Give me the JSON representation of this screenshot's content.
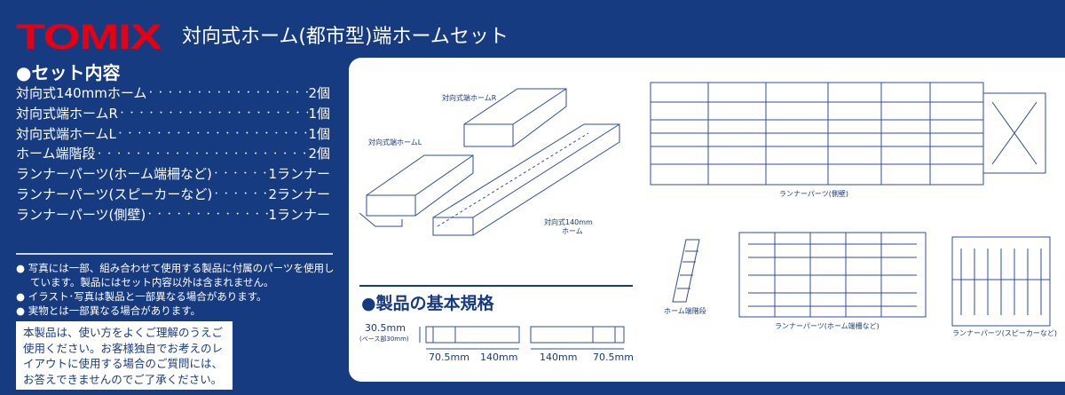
{
  "brand": "TOMIX",
  "title": "対向式ホーム(都市型)端ホームセット",
  "contents": {
    "heading": "●セット内容",
    "items": [
      {
        "name": "対向式140mmホーム",
        "qty": "2個"
      },
      {
        "name": "対向式端ホームR",
        "qty": "1個"
      },
      {
        "name": "対向式端ホームL",
        "qty": "1個"
      },
      {
        "name": "ホーム端階段",
        "qty": "2個"
      },
      {
        "name": "ランナーパーツ(ホーム端柵など)",
        "qty": "1ランナー"
      },
      {
        "name": "ランナーパーツ(スピーカーなど)",
        "qty": "2ランナー"
      },
      {
        "name": "ランナーパーツ(側壁)",
        "qty": "1ランナー"
      }
    ]
  },
  "notes": [
    "● 写真には一部、組み合わせて使用する製品に付属のパーツを使用しています。製品にはセット内容以外は含まれません。",
    "● イラスト･写真は製品と一部異なる場合があります。",
    "● 実物とは一部異なる場合があります。"
  ],
  "notice": "本製品は、使い方をよくご理解のうえご使用ください。お客様独自でお考えのレイアウトに使用する場合のご質問には、お答えできませんのでご了承ください。",
  "illustrations": {
    "end_r": "対向式端ホームR",
    "end_l": "対向式端ホームL",
    "platform_140": "対向式140mm",
    "platform_140_b": "ホーム",
    "side_wall": "ランナーパーツ(側壁)",
    "stairs": "ホーム端階段",
    "fence": "ランナーパーツ(ホーム端柵など)",
    "speaker": "ランナーパーツ(スピーカーなど)"
  },
  "specs": {
    "heading": "●製品の基本規格",
    "height": "30.5mm",
    "base": "(ベース部30mm)",
    "d1": "70.5mm",
    "d2": "140mm",
    "d3": "140mm",
    "d4": "70.5mm"
  }
}
